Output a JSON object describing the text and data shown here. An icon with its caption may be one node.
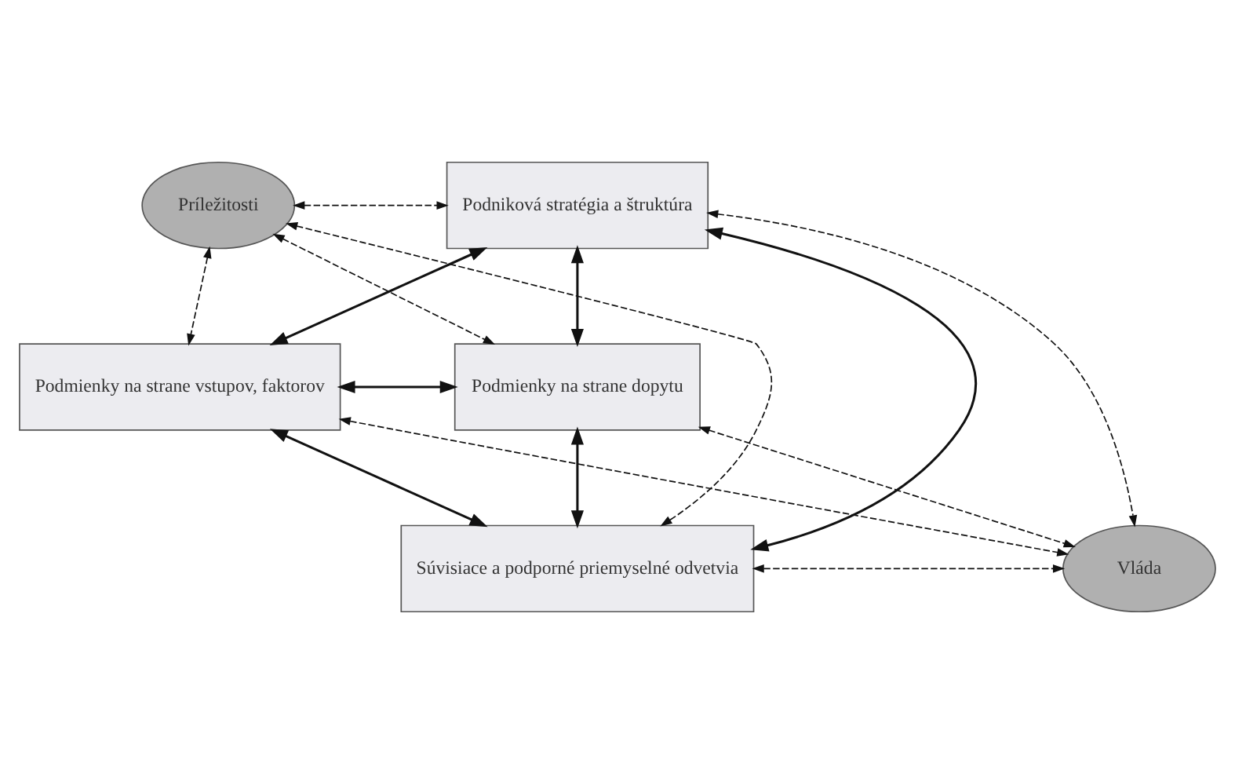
{
  "diagram": {
    "nodes": [
      {
        "text": [
          "Príležitosti"
        ]
      },
      {
        "text": [
          "Podniková stratégia a štruktúra"
        ]
      },
      {
        "text": [
          "Podmienky na strane vstupov, faktorov"
        ]
      },
      {
        "text": [
          "Podmienky na strane dopytu"
        ]
      },
      {
        "text": [
          "Súvisiace a podporné priemyselné odvetvia"
        ]
      },
      {
        "text": [
          "Vláda"
        ]
      }
    ],
    "edges": [
      {
        "from": 1,
        "to": 2,
        "arrow": "both"
      },
      {
        "from": 1,
        "to": 3,
        "arrow": "both"
      },
      {
        "from": 2,
        "to": 3,
        "arrow": "both"
      },
      {
        "from": 1,
        "to": 4,
        "arrow": "both"
      },
      {
        "from": 2,
        "to": 4,
        "arrow": "both"
      },
      {
        "from": 3,
        "to": 4,
        "arrow": "both"
      },
      {
        "from": 0,
        "to": 1,
        "arrow": "both",
        "style": "dashed"
      },
      {
        "from": 0,
        "to": 2,
        "arrow": "both",
        "style": "dashed"
      },
      {
        "from": 0,
        "to": 3,
        "arrow": "both",
        "style": "dashed"
      },
      {
        "from": 0,
        "to": 4,
        "arrow": "both",
        "style": "dashed"
      },
      {
        "from": 1,
        "to": 5,
        "arrow": "both",
        "style": "dashed"
      },
      {
        "from": 2,
        "to": 5,
        "arrow": "both",
        "style": "dashed"
      },
      {
        "from": 3,
        "to": 5,
        "arrow": "both",
        "style": "dashed"
      },
      {
        "from": 4,
        "to": 5,
        "arrow": "both",
        "style": "dashed"
      }
    ]
  }
}
